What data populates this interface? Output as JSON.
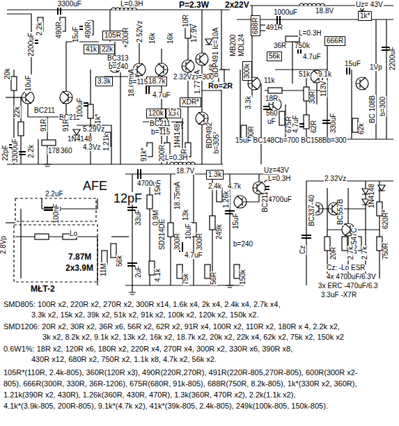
{
  "diagram": {
    "nodes": [
      {
        "text": [
          "Lo",
          "7.87M",
          "2x3.9M",
          "MŁT-2"
        ]
      },
      {
        "text": [
          "XDR*"
        ]
      },
      {
        "text": [
          "1k*"
        ]
      },
      {
        "text": [
          "105R"
        ]
      },
      {
        "text": [
          "41k"
        ]
      },
      {
        "text": [
          "22k"
        ]
      },
      {
        "text": [
          "3.3k"
        ]
      },
      {
        "text": [
          "18.7k"
        ]
      },
      {
        "text": [
          "120k"
        ]
      },
      {
        "text": [
          "16k"
        ]
      },
      {
        "text": [
          "1.3k"
        ]
      },
      {
        "text": [
          "56k"
        ]
      },
      {
        "text": [
          "666R"
        ]
      },
      {
        "text": [
          "688R"
        ]
      },
      {
        "text": [
          "300k"
        ]
      }
    ],
    "labels": [
      "3300uF",
      "L=0.3H",
      "P=2.3W",
      "2x22V",
      "2200uF",
      "2.2k",
      "490R",
      "15uF",
      "490R",
      "BC313",
      "b=240",
      "+200R",
      "18.63mA",
      "2.52Vz",
      "16k",
      "16k",
      "10R",
      "17.9V",
      "1.77mA",
      "1N4148",
      "BDP491 Ic=10A",
      "b=115",
      "b=300",
      "2.32Vz",
      "Ro=2R",
      "20k",
      "10uF",
      "22k",
      "BC211",
      "BC211",
      "91R",
      "91R",
      "100uF",
      "251k*",
      "5.29Vz",
      "1N4148",
      "4.3Vz",
      "22pF",
      "3300uF",
      "2.2k",
      "178",
      "360",
      "1.21k",
      "4.7uF",
      "BC211",
      "b=115",
      "Cz",
      "1N4148",
      "BDP492",
      "b=305°",
      "91k*",
      "200R",
      "36R",
      "L=0.3H",
      "1000uF",
      "18.8V",
      "Uz= 43V",
      "2200uF",
      "MB200",
      "MDL24",
      "491R",
      "L=0.3H",
      "36R",
      "750k",
      "4.7uF",
      "51k",
      "9.1k",
      "15uF",
      "1Vp",
      "11k",
      "3.3k",
      "18R",
      "113V",
      "30R",
      "600R",
      "560",
      "uF",
      "675R",
      "4.7uF",
      "62R",
      "330uF",
      "62k",
      "BC 108B",
      "b=300",
      "15uF BC148Cb=700 BC158Bb=300",
      "AFE",
      "12pF",
      "2.2uF",
      "4700uF",
      "18.7V",
      "Uz=43V",
      "L=0.3H",
      "4700uF",
      "15k",
      "18.75mA",
      "1.26k",
      "2.4k",
      "4.7k",
      "BC211",
      "33uF",
      "0.9M",
      "300R",
      "300R",
      "249k",
      "15uF",
      "b=240",
      "100nF",
      "2.8Vp",
      "11M",
      "56k",
      "2uF",
      "4.1k",
      "SD214DE",
      "10uF",
      "13k",
      "4.7uF",
      "75k",
      "56R",
      "150k",
      "2.32Vz",
      "BC337-40",
      "BC557B",
      "1N4148",
      "620R*",
      "BC547C",
      "Cz",
      "20R",
      "2.7k",
      "2.7k",
      "750R",
      "Cz: -Lo ESR",
      "4x 4700uF/6.3V",
      "3x ERC -470uF/6.3",
      "3.3uF -X7R",
      "SMD805: 100R x2, 220R x2, 270R x2, 300R x14, 1.6k x4, 2k x4, 2.4k x4, 2.7k x4,",
      "3.3k x2, 15k x2, 39k x2, 51k x2, 91k x2, 100k x2, 120k x2, 150k x2.",
      "SMD1206: 20R x2, 30R x2, 36R x6, 56R x2, 62R x2, 91R x4, 100R x2, 110R x2, 180R x 4, 2.2k x2,",
      "3k x2, 8.2k x2, 9.1k x2, 13k x2, 16k x2, 18.7k x2, 20k x2, 22k x4, 62k x2, 75k x2, 150k x2",
      "0.6W1%: 18R x2, 120R x6, 180R x2, 220R x4, 270R x4, 300R x2, 330R x6, 390R x8,",
      "430R x12, 680R x2, 750R x2, 1.1k x8, 4.7k x2, 56k x2.",
      "105R*(110R, 2.4k-805), 360R(120R x3), 490R(220R,270R), 491R(220R-805,270R-805), 600R(300R x2-",
      "805), 666R(300R, 330R, 36R-1206), 675R(680R, 91k-805), 688R(750R, 8.2k-805), 1k*(330R x2, 360R),",
      "1.21k(390R x2, 430R), 1.26k(360R, 430R, 470R), 1.3k(360R, 470R x2), 2.2k(1.1k x2),",
      "4.1k*(3.9k-805, 200R-805), 9.1k*(4.7k x2), 41k*(39k-805, 2.4k-805), 249k(100k-805, 150k-805)."
    ]
  }
}
